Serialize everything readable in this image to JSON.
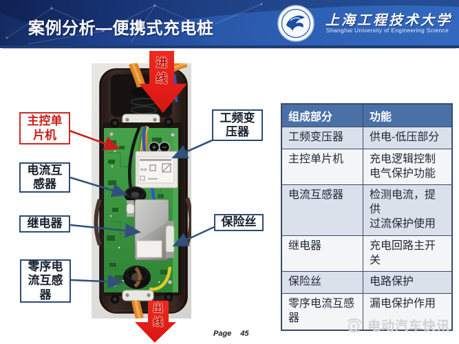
{
  "header": {
    "title": "案例分析—便携式充电桩",
    "logo": {
      "university_cn": "上海工程技术大学",
      "university_en": "Shanghai University of Engineering Science"
    }
  },
  "diagram": {
    "arrow_in": "进线",
    "arrow_out": "出线",
    "labels_left": [
      {
        "text": "主控单片机"
      },
      {
        "text": "电流互感器"
      },
      {
        "text": "继电器"
      },
      {
        "text": "零序电流互感器"
      }
    ],
    "labels_right": [
      {
        "text": "工频变压器"
      },
      {
        "text": "保险丝"
      }
    ]
  },
  "table": {
    "headers": [
      "组成部分",
      "功能"
    ],
    "rows": [
      [
        "工频变压器",
        "供电-低压部分"
      ],
      [
        "主控单片机",
        "充电逻辑控制\n电气保护功能"
      ],
      [
        "电流互感器",
        "检测电流，提供\n过流保护使用"
      ],
      [
        "继电器",
        "充电回路主开关"
      ],
      [
        "保险丝",
        "电路保护"
      ],
      [
        "零序电流互感器",
        "漏电保护作用"
      ]
    ]
  },
  "footer": {
    "page_label": "Page",
    "page_number": "45",
    "watermark": "电动汽车快讯"
  },
  "colors": {
    "header_blue": "#2a58ab",
    "accent_red": "#e41d17",
    "label_navy": "#2c4a72",
    "table_header_blue": "#4a70a6",
    "row_tint": "#dbe1eb"
  }
}
